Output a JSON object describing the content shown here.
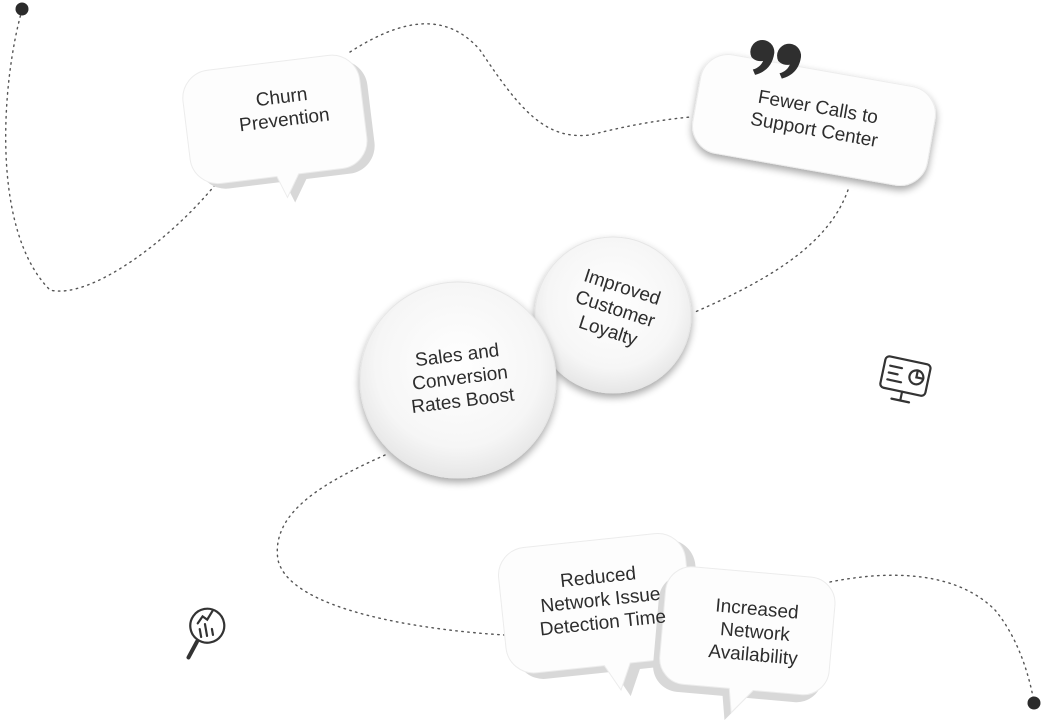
{
  "nodes": {
    "churn": {
      "lines": [
        "Churn",
        "Prevention"
      ]
    },
    "fewer_calls": {
      "lines": [
        "Fewer Calls to",
        "Support Center"
      ]
    },
    "loyalty": {
      "lines": [
        "Improved",
        "Customer",
        "Loyalty"
      ]
    },
    "sales": {
      "lines": [
        "Sales and",
        "Conversion",
        "Rates Boost"
      ]
    },
    "detection": {
      "lines": [
        "Reduced",
        "Network Issue",
        "Detection Time"
      ]
    },
    "availability": {
      "lines": [
        "Increased",
        "Network",
        "Availability"
      ]
    }
  },
  "icons": {
    "quote": "quote-icon",
    "monitor": "monitor-chart-icon",
    "magnifier": "magnifier-chart-icon"
  },
  "colors": {
    "dots": "#2b2b2b",
    "path": "#555555",
    "bubble_fill": "#fdfdfd",
    "bubble_shadow": "#d9d9d9"
  }
}
